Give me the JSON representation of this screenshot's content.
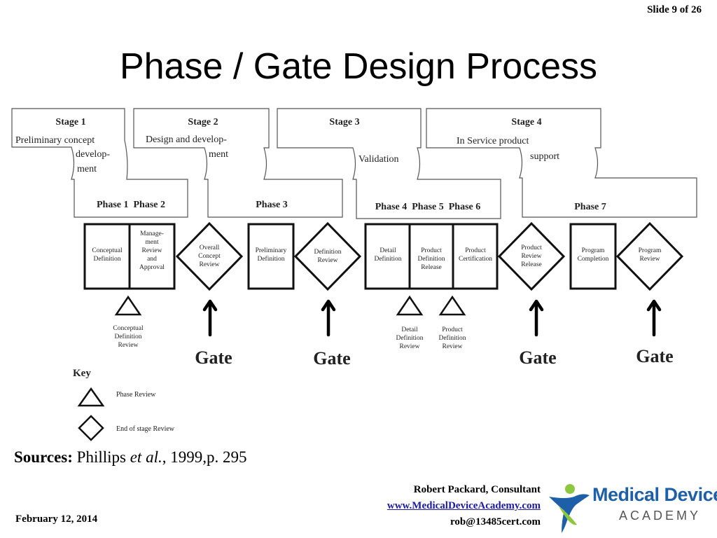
{
  "slide": {
    "number": "Slide 9 of 26",
    "title": "Phase / Gate Design Process"
  },
  "stages": [
    {
      "title": "Stage 1",
      "desc": [
        "Preliminary  concept",
        "develop-",
        "ment"
      ]
    },
    {
      "title": "Stage 2",
      "desc": [
        "Design and  develop-",
        "ment"
      ]
    },
    {
      "title": "Stage 3",
      "desc": [
        "Validation"
      ]
    },
    {
      "title": "Stage 4",
      "desc": [
        "In Service product",
        "support"
      ]
    }
  ],
  "phases": [
    "Phase 1  Phase 2",
    "Phase 3",
    "Phase 4  Phase 5  Phase 6",
    "Phase 7"
  ],
  "process_boxes": [
    {
      "label": [
        "Conceptual",
        "Definition"
      ]
    },
    {
      "label": [
        "Manage-",
        "ment",
        "Review",
        "and",
        "Approval"
      ]
    },
    {
      "label": [
        "Preliminary",
        "Definition"
      ]
    },
    {
      "label": [
        "Detail",
        "Definition"
      ]
    },
    {
      "label": [
        "Product",
        "Definition",
        "Release"
      ]
    },
    {
      "label": [
        "Product",
        "Certification"
      ]
    },
    {
      "label": [
        "Program",
        "Completion"
      ]
    }
  ],
  "stage_reviews": [
    {
      "label": [
        "Overall",
        "Concept",
        "Review"
      ]
    },
    {
      "label": [
        "Definition",
        "Review"
      ]
    },
    {
      "label": [
        "Product",
        "Review",
        "Release"
      ]
    },
    {
      "label": [
        "Program",
        "Review"
      ]
    }
  ],
  "phase_reviews": [
    {
      "label": [
        "Conceptual",
        "Definition",
        "Review"
      ]
    },
    {
      "label": [
        "Detail",
        "Definition",
        "Review"
      ]
    },
    {
      "label": [
        "Product",
        "Definition",
        "Review"
      ]
    }
  ],
  "gate_label": "Gate",
  "key": {
    "title": "Key",
    "phase_review": "Phase Review",
    "end_of_stage": "End of stage Review"
  },
  "sources": {
    "label": "Sources:",
    "author": "Phillips ",
    "etal": "et al.",
    "rest": ", 1999,p. 295"
  },
  "footer": {
    "date": "February 12, 2014",
    "name": "Robert Packard, Consultant",
    "website": "www.MedicalDeviceAcademy.com",
    "email": "rob@13485cert.com"
  },
  "logo": {
    "title": "Medical Device",
    "subtitle": "ACADEMY",
    "colors": {
      "blue": "#1d5fa8",
      "green": "#8dc63f"
    }
  }
}
